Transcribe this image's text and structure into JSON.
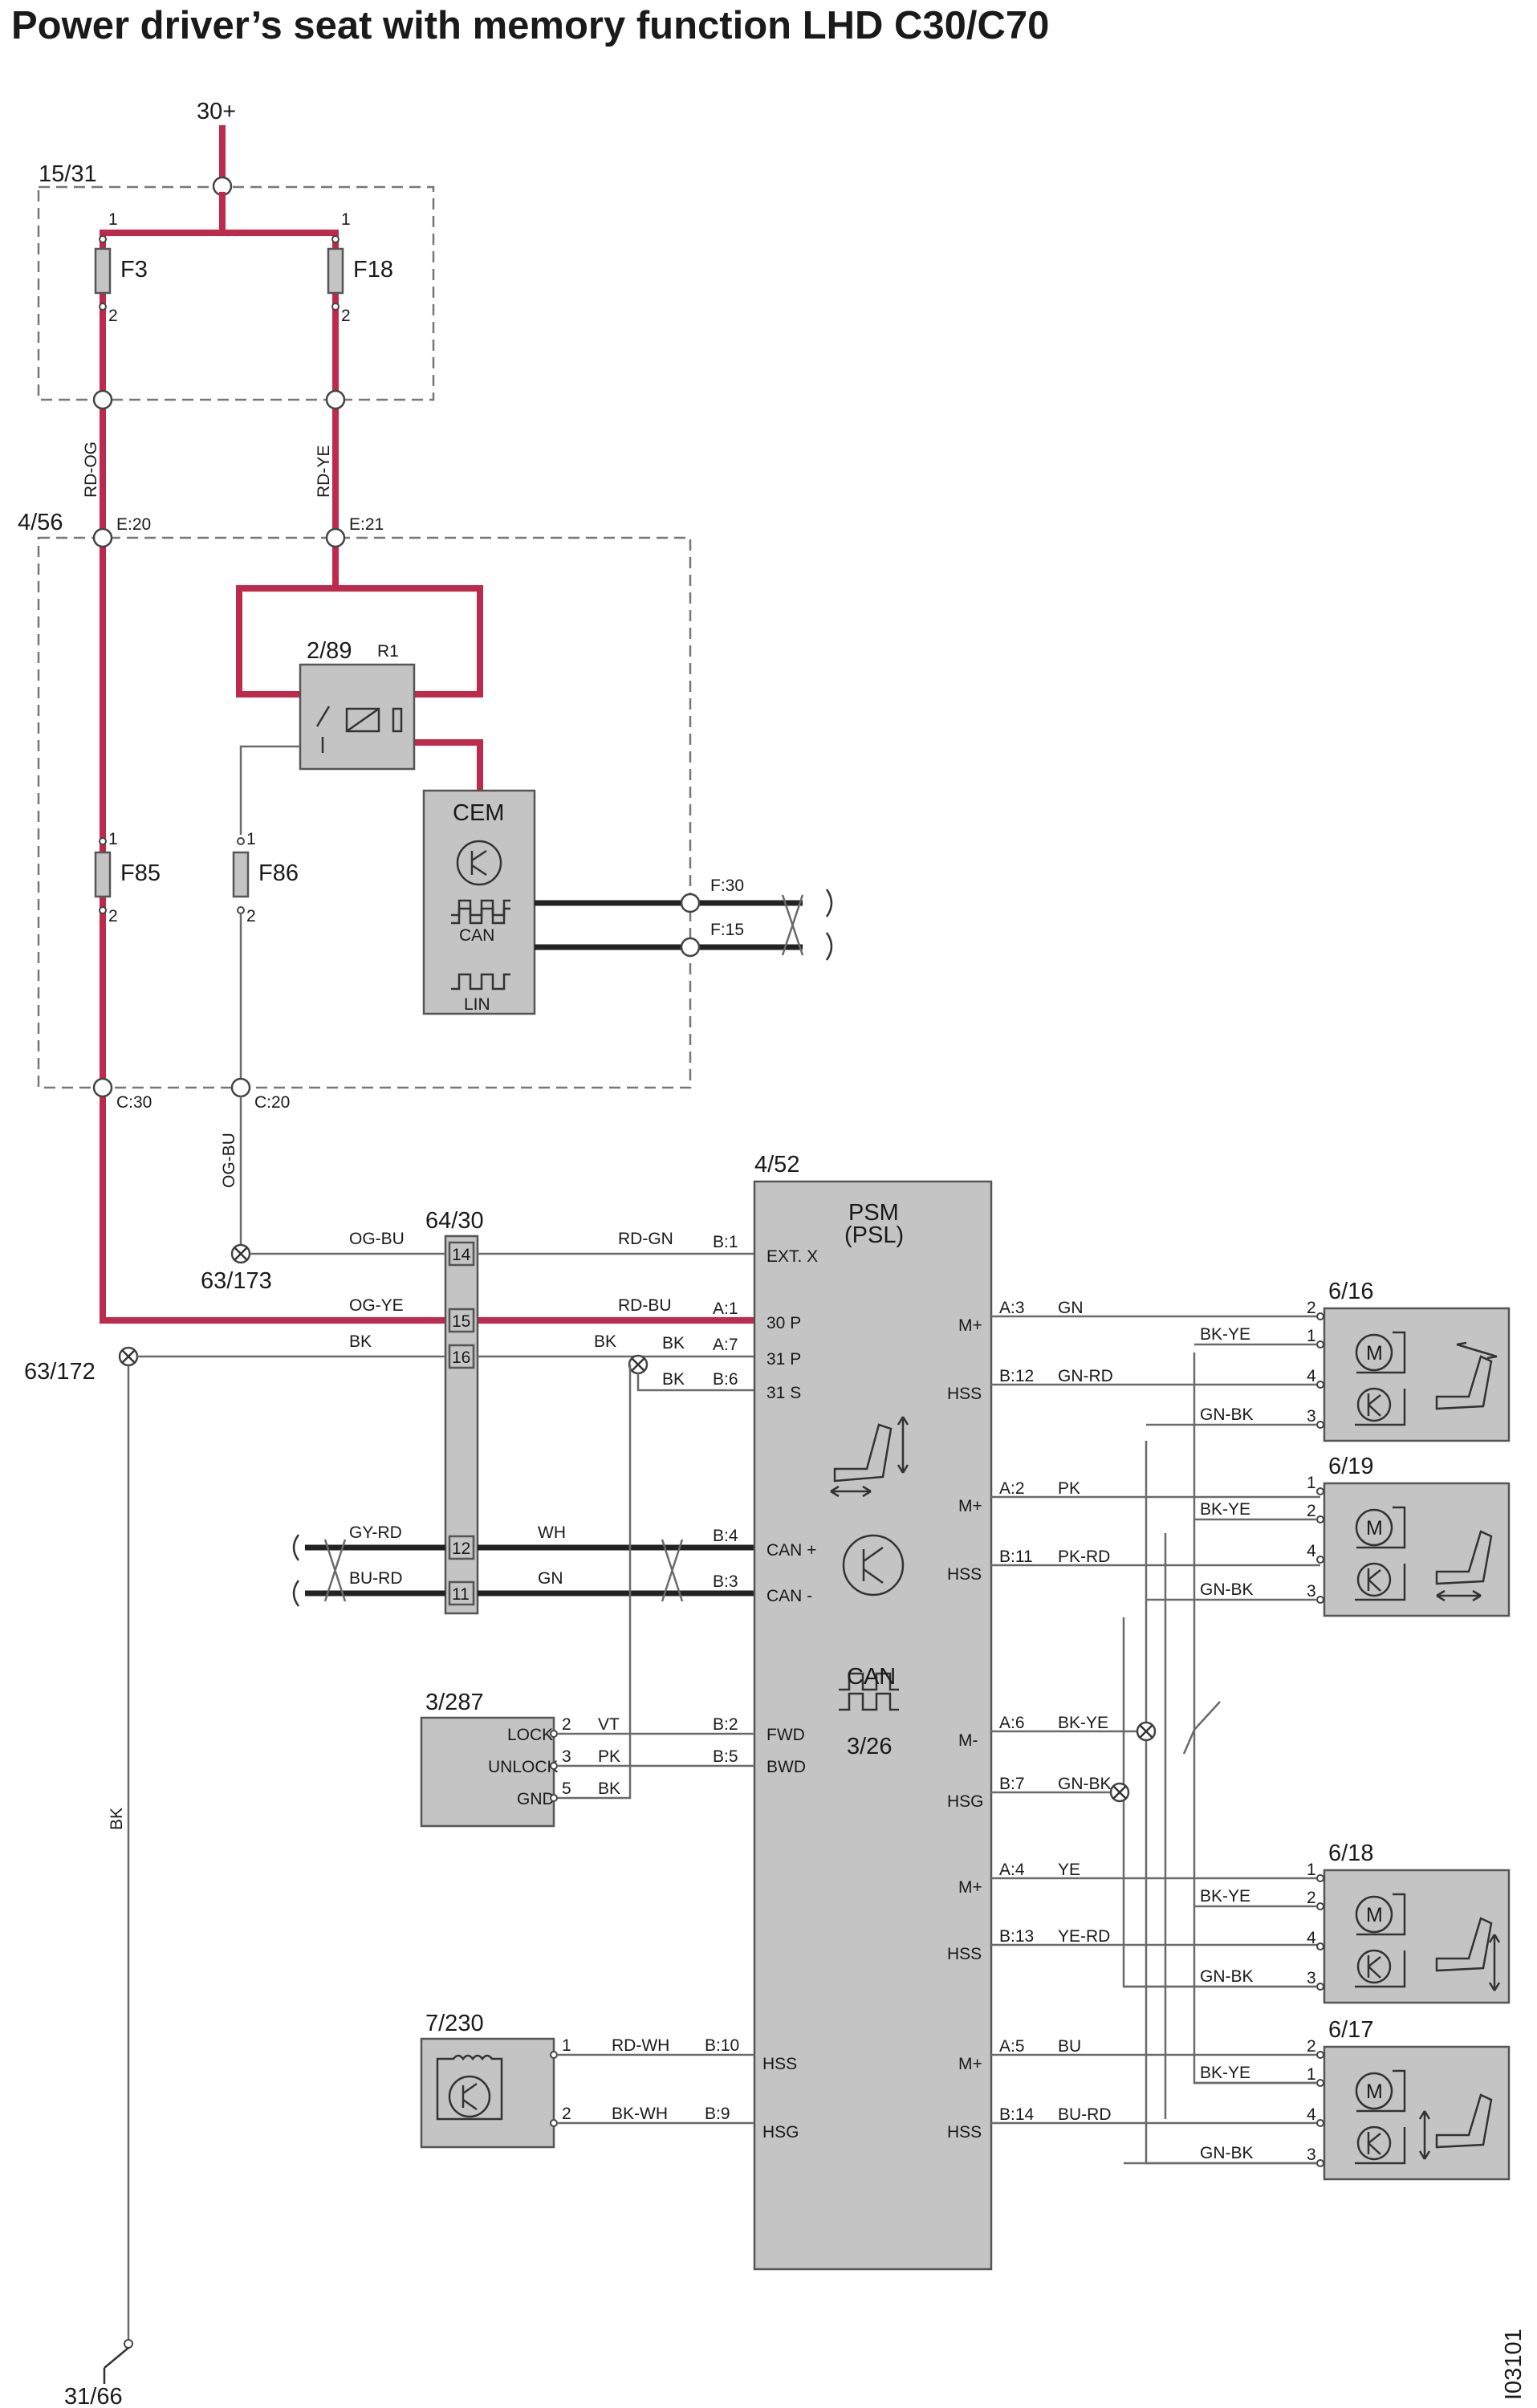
{
  "title": "Power driver’s seat with memory function LHD C30/C70",
  "drawing_id": "I03101",
  "colors": {
    "power_wire": "#bd2a4b",
    "component_fill": "#c4c4c4",
    "bus_wire": "#222222"
  },
  "labels": {
    "supply": "30+",
    "ground": "31/66",
    "box_1531": "15/31",
    "box_456": "4/56",
    "fuse_f3": "F3",
    "fuse_f18": "F18",
    "fuse_f85": "F85",
    "fuse_f86": "F86",
    "pin_1": "1",
    "pin_2": "2",
    "wire_rd_og": "RD-OG",
    "wire_rd_ye": "RD-YE",
    "wire_og_bu_v": "OG-BU",
    "wire_bk_v": "BK",
    "e20": "E:20",
    "e21": "E:21",
    "relay_id": "2/89",
    "relay_name": "R1",
    "cem": "CEM",
    "cem_can": "CAN",
    "cem_lin": "LIN",
    "f30": "F:30",
    "f15": "F:15",
    "c30": "C:30",
    "c20": "C:20",
    "splice_63_173": "63/173",
    "splice_63_172": "63/172",
    "connector_64_30": "64/30",
    "psm_id": "4/52",
    "psm_name": "PSM",
    "psm_sub": "(PSL)",
    "psm_can": "CAN",
    "psm_3_26": "3/26",
    "switch_3_287": "3/287",
    "sensor_7_230": "7/230",
    "motor_6_16": "6/16",
    "motor_6_19": "6/19",
    "motor_6_18": "6/18",
    "motor_6_17": "6/17",
    "motor_m": "M",
    "motor_k": "K"
  },
  "harness_64_30": {
    "rows": [
      {
        "pin": "14",
        "left_wire": "OG-BU",
        "right_wire": "RD-GN",
        "psm_pin": "B:1",
        "psm_label": "EXT. X"
      },
      {
        "pin": "15",
        "left_wire": "OG-YE",
        "right_wire": "RD-BU",
        "psm_pin": "A:1",
        "psm_label": "30 P"
      },
      {
        "pin": "16",
        "left_wire": "BK",
        "right_wire": "BK",
        "psm_pin": "A:7",
        "psm_label": "31 P"
      },
      {
        "pin": "12",
        "left_wire": "GY-RD",
        "right_wire": "WH",
        "psm_pin": "B:4",
        "psm_label": "CAN +"
      },
      {
        "pin": "11",
        "left_wire": "BU-RD",
        "right_wire": "GN",
        "psm_pin": "B:3",
        "psm_label": "CAN -"
      }
    ],
    "extra": {
      "wire": "BK",
      "psm_pin": "B:6",
      "psm_label": "31 S"
    }
  },
  "switch_rows": [
    {
      "label": "LOCK",
      "pin": "2",
      "wire": "VT",
      "psm_pin": "B:2",
      "psm_label": "FWD"
    },
    {
      "label": "UNLOCK",
      "pin": "3",
      "wire": "PK",
      "psm_pin": "B:5",
      "psm_label": "BWD"
    },
    {
      "label": "GND",
      "pin": "5",
      "wire": "BK"
    }
  ],
  "sensor_rows": [
    {
      "pin": "1",
      "wire": "RD-WH",
      "psm_pin": "B:10",
      "psm_label": "HSS"
    },
    {
      "pin": "2",
      "wire": "BK-WH",
      "psm_pin": "B:9",
      "psm_label": "HSG"
    }
  ],
  "right_pins": [
    {
      "label": "M+",
      "pin": "A:3",
      "wire": "GN"
    },
    {
      "label": "HSS",
      "pin": "B:12",
      "wire": "GN-RD"
    },
    {
      "label": "M+",
      "pin": "A:2",
      "wire": "PK"
    },
    {
      "label": "HSS",
      "pin": "B:11",
      "wire": "PK-RD"
    },
    {
      "label": "M-",
      "pin": "A:6",
      "wire": "BK-YE"
    },
    {
      "label": "HSG",
      "pin": "B:7",
      "wire": "GN-BK"
    },
    {
      "label": "M+",
      "pin": "A:4",
      "wire": "YE"
    },
    {
      "label": "HSS",
      "pin": "B:13",
      "wire": "YE-RD"
    },
    {
      "label": "M+",
      "pin": "A:5",
      "wire": "BU"
    },
    {
      "label": "HSS",
      "pin": "B:14",
      "wire": "BU-RD"
    }
  ],
  "motor_rows": {
    "m616": [
      {
        "wire": "BK-YE",
        "pin": "1"
      },
      {
        "wire": "GN-BK",
        "pin": "3"
      },
      {
        "pin": "2"
      },
      {
        "pin": "4"
      }
    ],
    "m619": [
      {
        "wire": "BK-YE",
        "pin": "2"
      },
      {
        "wire": "GN-BK",
        "pin": "3"
      },
      {
        "pin": "1"
      },
      {
        "pin": "4"
      }
    ],
    "m618": [
      {
        "wire": "BK-YE",
        "pin": "2"
      },
      {
        "wire": "GN-BK",
        "pin": "3"
      },
      {
        "pin": "1"
      },
      {
        "pin": "4"
      }
    ],
    "m617": [
      {
        "wire": "BK-YE",
        "pin": "1"
      },
      {
        "wire": "GN-BK",
        "pin": "3"
      },
      {
        "pin": "2"
      },
      {
        "pin": "4"
      }
    ]
  }
}
